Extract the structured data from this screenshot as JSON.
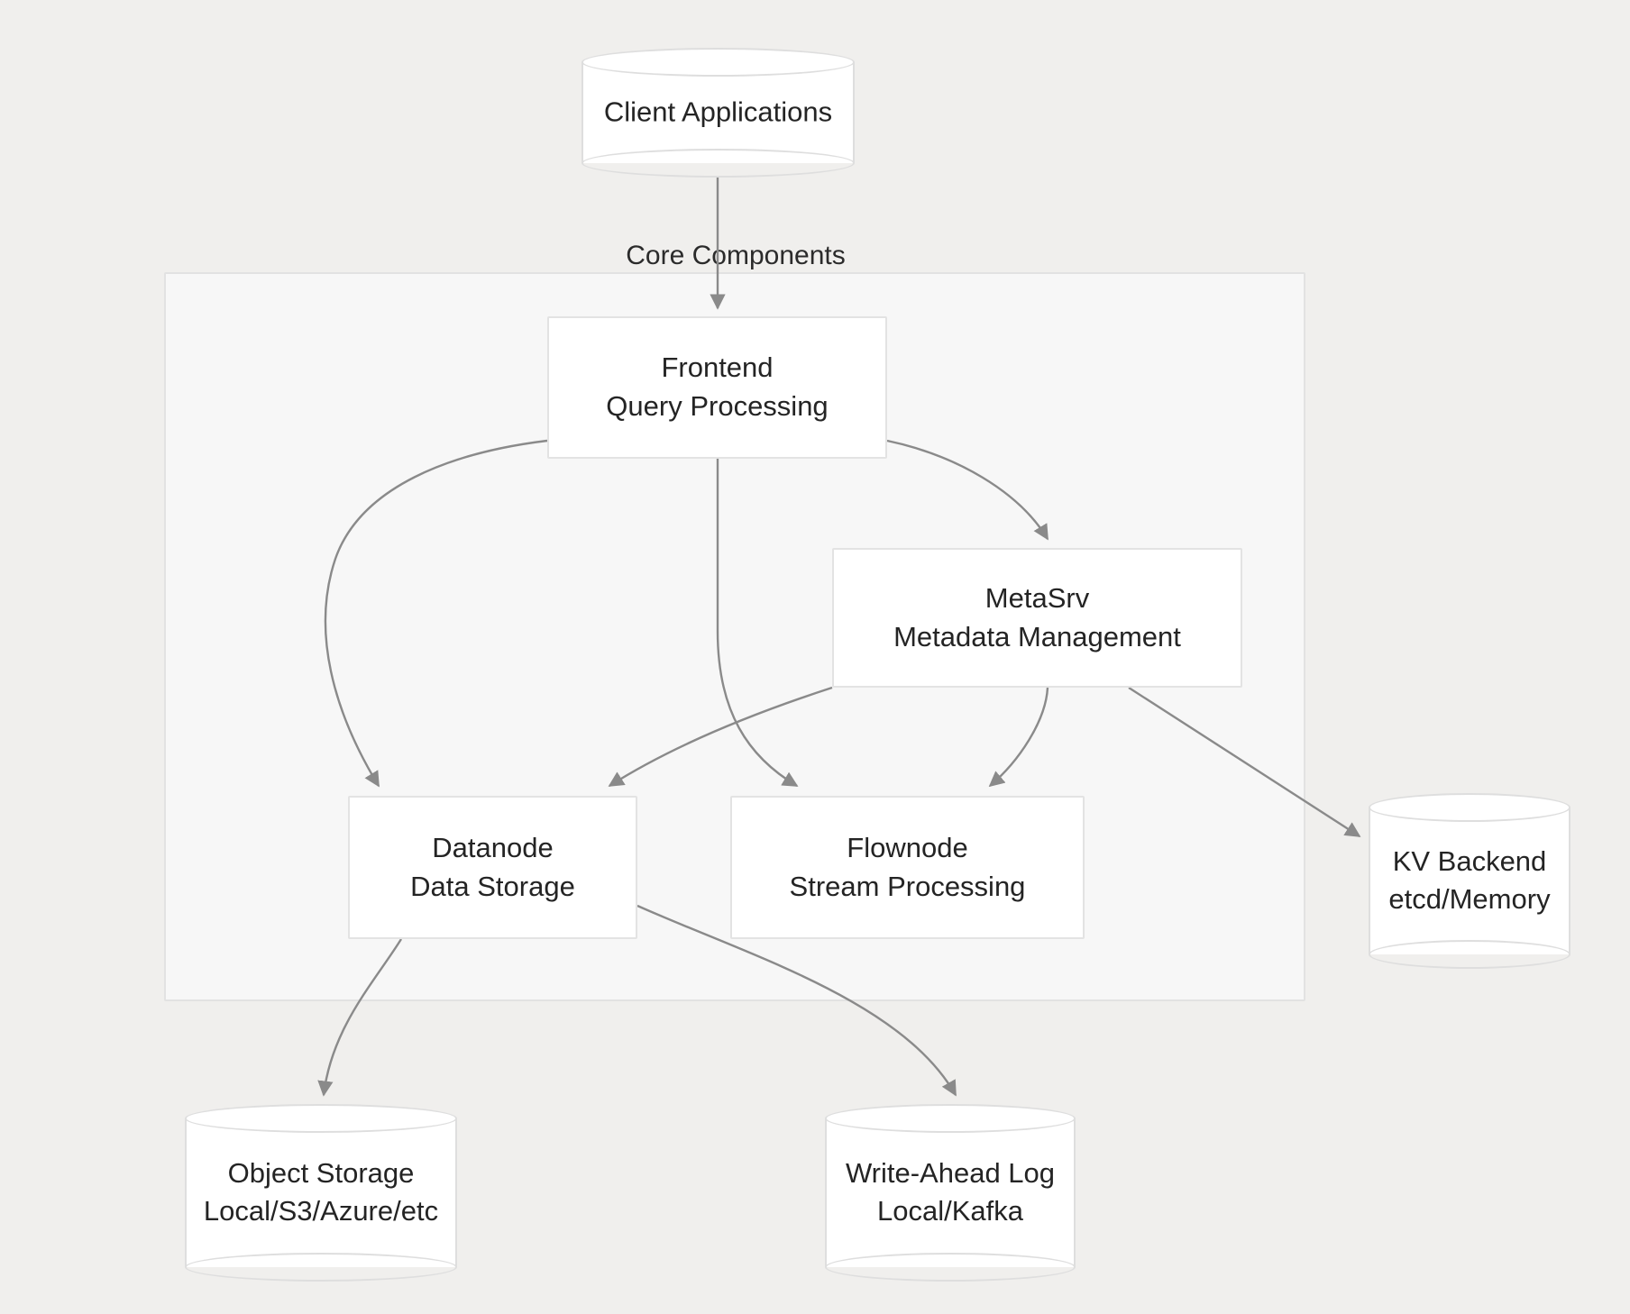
{
  "diagram": {
    "type": "architecture-flowchart",
    "background_color": "#f0efed",
    "node_fill": "#ffffff",
    "node_border_color": "#e2e2e2",
    "edge_color": "#8a8a8a",
    "text_color": "#242424",
    "subgraph": {
      "label": "Core Components",
      "fill": "#f7f7f7",
      "border_color": "#e2e2e2"
    },
    "nodes": [
      {
        "id": "client",
        "shape": "cylinder",
        "line1": "Client Applications",
        "line2": ""
      },
      {
        "id": "frontend",
        "shape": "rect",
        "line1": "Frontend",
        "line2": "Query Processing"
      },
      {
        "id": "metasrv",
        "shape": "rect",
        "line1": "MetaSrv",
        "line2": "Metadata Management"
      },
      {
        "id": "datanode",
        "shape": "rect",
        "line1": "Datanode",
        "line2": "Data Storage"
      },
      {
        "id": "flownode",
        "shape": "rect",
        "line1": "Flownode",
        "line2": "Stream Processing"
      },
      {
        "id": "kv",
        "shape": "cylinder",
        "line1": "KV Backend",
        "line2": "etcd/Memory"
      },
      {
        "id": "object",
        "shape": "cylinder",
        "line1": "Object Storage",
        "line2": "Local/S3/Azure/etc"
      },
      {
        "id": "wal",
        "shape": "cylinder",
        "line1": "Write-Ahead Log",
        "line2": "Local/Kafka"
      }
    ],
    "edges": [
      {
        "from": "client",
        "to": "frontend"
      },
      {
        "from": "frontend",
        "to": "datanode"
      },
      {
        "from": "frontend",
        "to": "flownode"
      },
      {
        "from": "frontend",
        "to": "metasrv"
      },
      {
        "from": "metasrv",
        "to": "datanode"
      },
      {
        "from": "metasrv",
        "to": "flownode"
      },
      {
        "from": "metasrv",
        "to": "kv"
      },
      {
        "from": "datanode",
        "to": "object"
      },
      {
        "from": "datanode",
        "to": "wal"
      }
    ]
  }
}
